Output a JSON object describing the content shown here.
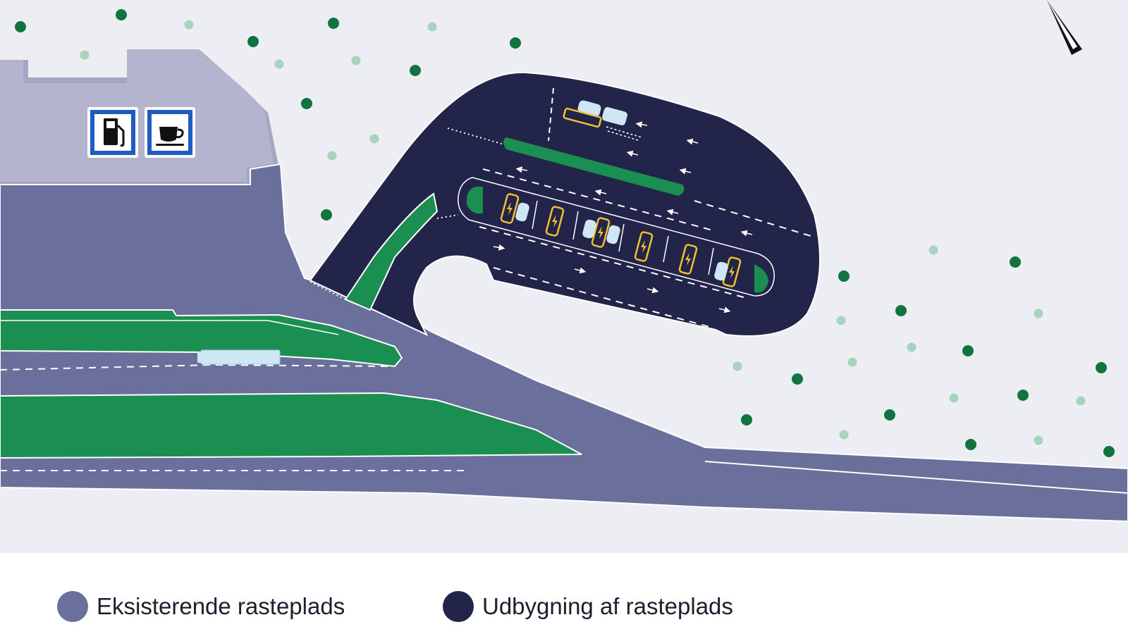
{
  "legend": {
    "items": [
      {
        "label": "Eksisterende rasteplads",
        "color": "#6a6f9b"
      },
      {
        "label": "Udbygning af rasteplads",
        "color": "#232449"
      }
    ]
  },
  "map": {
    "colors": {
      "background": "#eceef3",
      "existing": "#6a6f9b",
      "expansion": "#232449",
      "building": "#b4b4cf",
      "building_shadow": "#a5a6c4",
      "green": "#1a8f51",
      "charger": "#f2c12e",
      "car": "#cfe6f5",
      "tree_dark": "#11733d",
      "tree_light": "#a8d4be",
      "sign_blue": "#1e5cc4"
    },
    "icons": {
      "fuel": "fuel-pump-icon",
      "cafe": "coffee-cup-icon",
      "compass": "north-arrow-icon",
      "charging": "lightning-bolt-icon"
    },
    "charging_spots": 6
  }
}
